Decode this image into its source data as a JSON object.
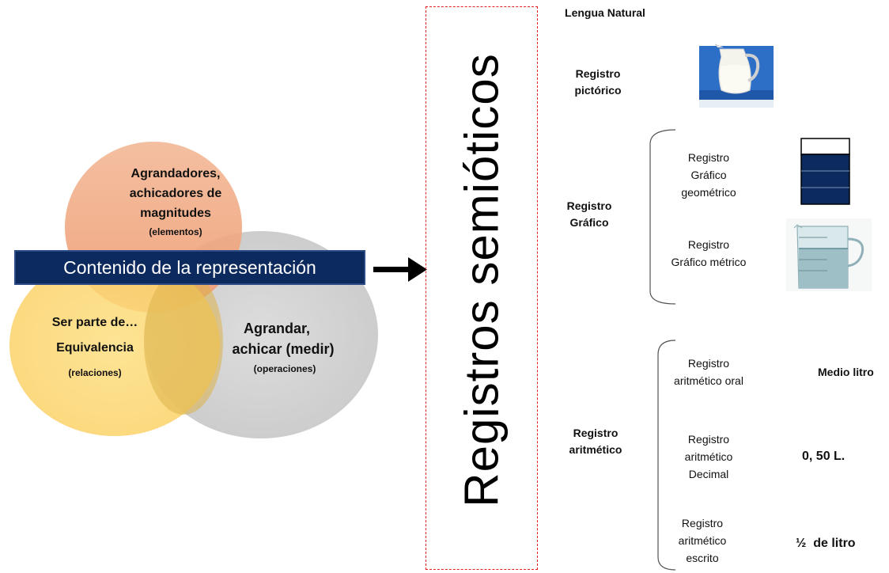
{
  "venn": {
    "top": {
      "title": "Agrandadores, achicadores de magnitudes",
      "sub": "(elementos)",
      "color": "#f2b48e"
    },
    "left": {
      "title_line1": "Ser parte de…",
      "title_line2": "Equivalencia",
      "sub": "(relaciones)",
      "color": "#fcd66a"
    },
    "right": {
      "title_line1": "Agrandar,",
      "title_line2": "achicar (medir)",
      "sub": "(operaciones)",
      "color": "#cfcfcf"
    },
    "banner": "Contenido de la representación"
  },
  "center_title": "Registros semióticos",
  "registers": {
    "lengua_natural": "Lengua Natural",
    "pictorico": "Registro pictórico",
    "grafico": {
      "label": "Registro Gráfico",
      "geometrico": "Registro Gráfico geométrico",
      "metrico": "Registro Gráfico métrico"
    },
    "aritmetico": {
      "label": "Registro aritmético",
      "oral": "Registro aritmético oral",
      "decimal": "Registro aritmético Decimal",
      "escrito": "Registro aritmético escrito",
      "oral_value": "Medio litro",
      "decimal_value": "0, 50 L.",
      "escrito_value": "½  de litro"
    }
  },
  "colors": {
    "navy": "#0d2a5e",
    "dashed": "#e02020"
  }
}
